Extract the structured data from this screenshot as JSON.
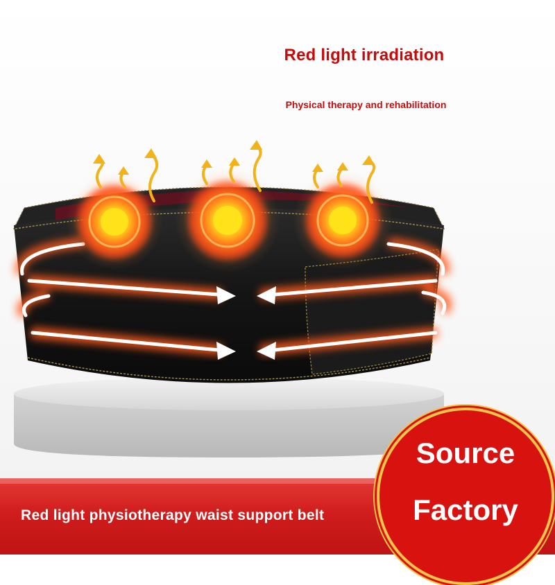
{
  "header": {
    "title": "Red light irradiation",
    "subtitle": "Physical therapy and rehabilitation"
  },
  "product": {
    "name": "Red light physiotherapy waist support belt",
    "heat_spots": 3
  },
  "badge": {
    "line1": "Source",
    "line2": "Factory"
  },
  "colors": {
    "accent_red": "#c30d0d",
    "band_red": "#d01d1d",
    "badge_ring": "#f3c44b",
    "heat_orange": "#ff6a1a",
    "belt_black": "#151515"
  }
}
